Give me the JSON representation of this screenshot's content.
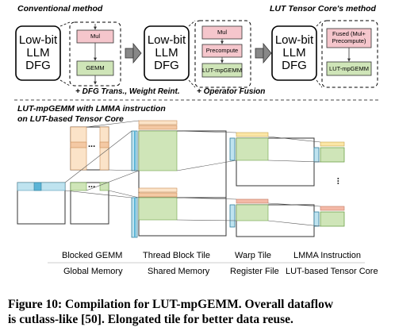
{
  "headers": {
    "conventional": "Conventional method",
    "lut_tc": "LUT Tensor Core's method"
  },
  "dfg": {
    "line1": "Low-bit",
    "line2": "LLM",
    "line3": "DFG"
  },
  "ops": {
    "mul": "Mul",
    "gemm": "GEMM",
    "precompute": "Precompute",
    "lut_mpgemm": "LUT-mpGEMM",
    "fused": "Fused (Mul+ Precompute)"
  },
  "notes": {
    "dfg_trans": "+ DFG Trans., Weight Reint.",
    "op_fusion": "+ Operator Fusion"
  },
  "section2": {
    "title_line1": "LUT-mpGEMM with LMMA instruction",
    "title_line2": "on LUT-based Tensor Core"
  },
  "ellipsis": "...",
  "levels": [
    {
      "tile": "Blocked GEMM",
      "memory": "Global Memory"
    },
    {
      "tile": "Thread Block Tile",
      "memory": "Shared Memory"
    },
    {
      "tile": "Warp Tile",
      "memory": "Register File"
    },
    {
      "tile": "LMMA Instruction",
      "memory": "LUT-based Tensor Core"
    }
  ],
  "caption": {
    "line1": "Figure 10: Compilation for LUT-mpGEMM. Overall dataflow",
    "line2": "is cutlass-like [50]. Elongated tile for better data reuse."
  },
  "colors": {
    "pink": "#f5c6cc",
    "green": "#cfe5b8",
    "cyan": "#bfe3ef",
    "orange_light": "#fbe3c8",
    "orange": "#f4c9a4",
    "yellow": "#fbe6a6",
    "salmon": "#f4b9a7",
    "blue_cell": "#5bb4d6"
  }
}
